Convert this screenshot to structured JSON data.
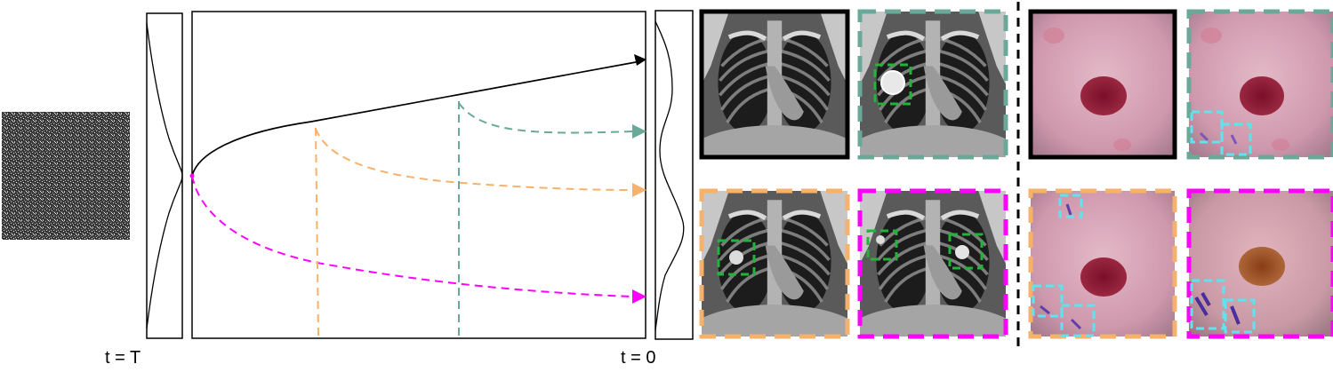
{
  "labels": {
    "t_start": "t = T",
    "t_end": "t = 0"
  },
  "colors": {
    "black_path": "#000000",
    "teal_path": "#6aa89a",
    "orange_path": "#f6b26b",
    "magenta_path": "#ff00ff",
    "bbox_green": "#22b33a",
    "bbox_cyan": "#5fe3ee"
  },
  "icons": {
    "noise": "gaussian-noise-image",
    "distribution": "density-curve",
    "xray": "chest-xray-image",
    "derm": "skin-lesion-image"
  }
}
